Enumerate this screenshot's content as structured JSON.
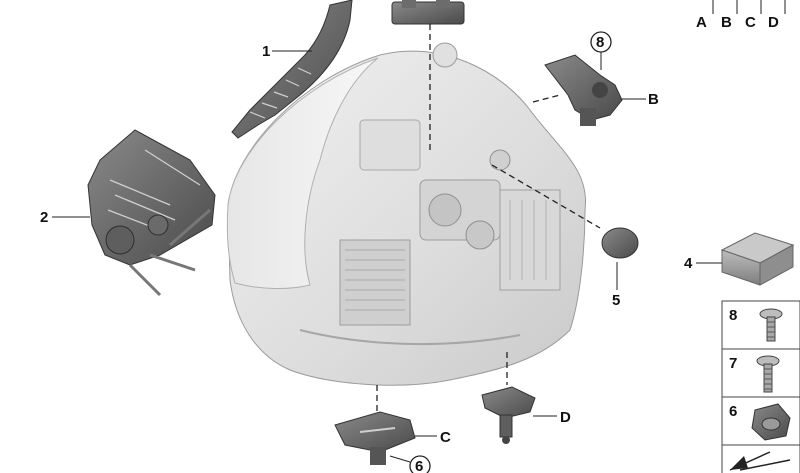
{
  "header_keys": [
    "A",
    "B",
    "C",
    "D"
  ],
  "callouts": {
    "p1": "1",
    "p2": "2",
    "p4": "4",
    "p5": "5",
    "pB": "B",
    "pC": "C",
    "pD": "D",
    "p8_circle": "8",
    "p6_circle": "6"
  },
  "side_panel": {
    "row1": "8",
    "row2": "7",
    "row3": "6"
  }
}
